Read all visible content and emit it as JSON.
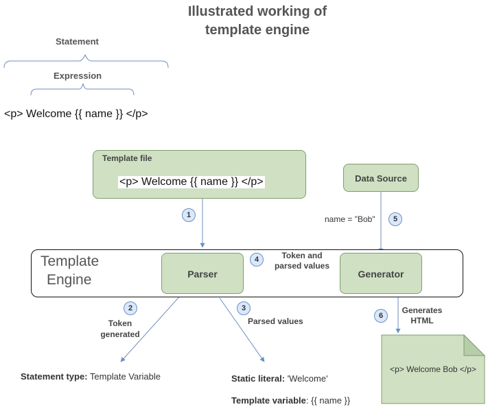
{
  "title": {
    "line1": "Illustrated working of",
    "line2": "template engine"
  },
  "syntax": {
    "statement_label": "Statement",
    "expression_label": "Expression",
    "code": "<p> Welcome {{ name }} </p>"
  },
  "nodes": {
    "template_file": {
      "label": "Template file",
      "content": "<p> Welcome {{ name }} </p>"
    },
    "data_source": {
      "label": "Data Source"
    },
    "template_engine": {
      "label_line1": "Template",
      "label_line2": "Engine"
    },
    "parser": {
      "label": "Parser"
    },
    "generator": {
      "label": "Generator"
    },
    "output_document": {
      "content": "<p> Welcome Bob </p>"
    }
  },
  "edges": {
    "e1": {
      "step": "1"
    },
    "e2": {
      "step": "2",
      "label_line1": "Token",
      "label_line2": "generated"
    },
    "e3": {
      "step": "3",
      "label": "Parsed values"
    },
    "e4": {
      "step": "4",
      "label_line1": "Token and",
      "label_line2": "parsed values"
    },
    "e5": {
      "step": "5",
      "label": "name = \"Bob\""
    },
    "e6": {
      "step": "6",
      "label_line1": "Generates",
      "label_line2": "HTML"
    }
  },
  "outputs": {
    "statement_type": {
      "key": "Statement type:",
      "value": "Template Variable"
    },
    "static_literal": {
      "key": "Static literal:",
      "value": "'Welcome'"
    },
    "template_variable": {
      "key": "Template variable",
      "sep": ":",
      "value": "{{ name }}"
    }
  },
  "colors": {
    "node_fill": "#cfe0c3",
    "node_border": "#7f9c6e",
    "edge": "#6c8ebf",
    "badge_fill": "#dae8fc"
  }
}
